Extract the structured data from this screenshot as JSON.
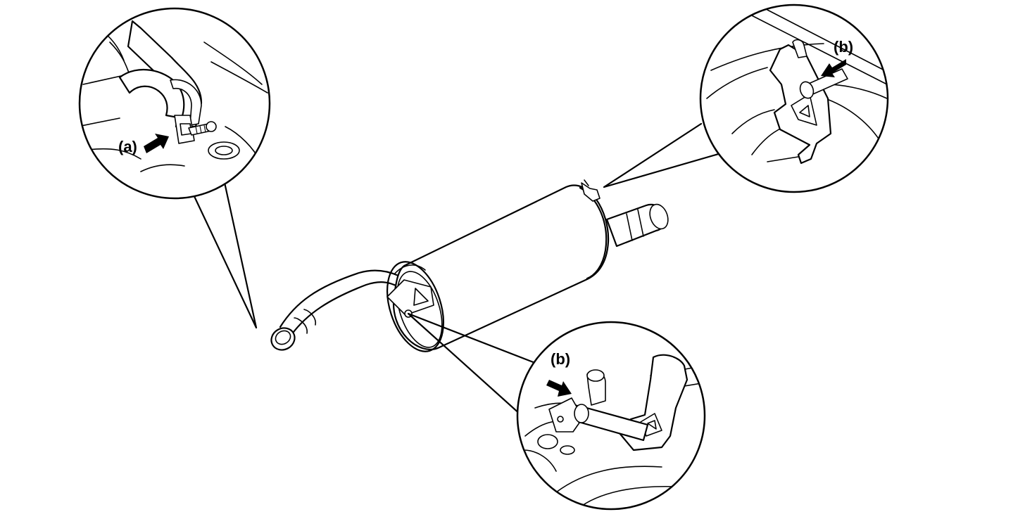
{
  "diagram": {
    "callouts": {
      "top_left": {
        "label": "(a)",
        "icon": "arrow-icon"
      },
      "top_right": {
        "label": "(b)",
        "icon": "arrow-icon"
      },
      "bottom": {
        "label": "(b)",
        "icon": "arrow-icon"
      }
    },
    "colors": {
      "ink": "#000000",
      "paper": "#ffffff"
    }
  }
}
